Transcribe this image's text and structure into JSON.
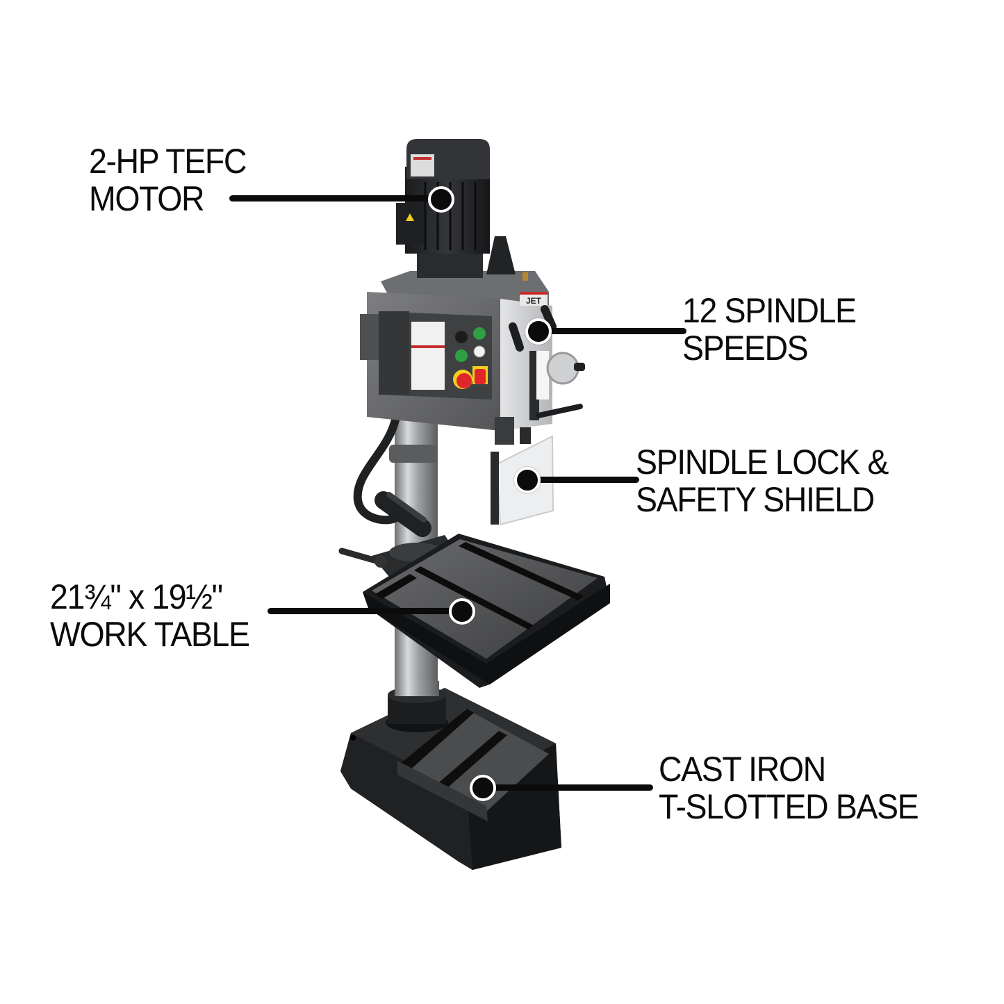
{
  "product": {
    "brand_badge": "JET",
    "colors": {
      "background": "#ffffff",
      "label_text": "#0b0b0b",
      "cast_iron": "#1e1f21",
      "head_gray": "#6f7072",
      "column_steel": "#a9abad",
      "button_green": "#2ea043",
      "button_red": "#e0262b",
      "button_white": "#f2f2f2",
      "warning_yellow": "#f3cf1d"
    }
  },
  "callouts": [
    {
      "id": "motor",
      "lines": [
        "2-HP TEFC",
        "MOTOR"
      ]
    },
    {
      "id": "speeds",
      "lines": [
        "12 SPINDLE",
        "SPEEDS"
      ]
    },
    {
      "id": "shield",
      "lines": [
        "SPINDLE LOCK &",
        "SAFETY SHIELD"
      ]
    },
    {
      "id": "table",
      "lines": [
        "21¾\" x 19½\"",
        "WORK TABLE"
      ]
    },
    {
      "id": "base",
      "lines": [
        "CAST IRON",
        "T-SLOTTED BASE"
      ]
    }
  ]
}
